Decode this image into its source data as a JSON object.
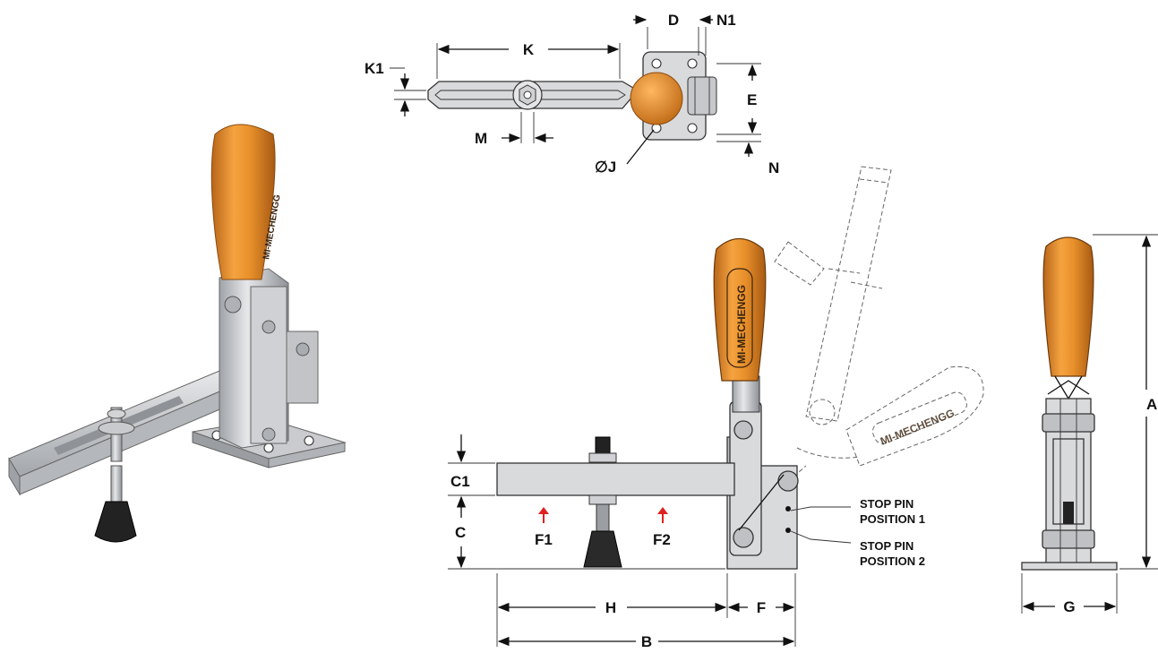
{
  "dimensions": {
    "d": "D",
    "n1": "N1",
    "k": "K",
    "k1": "K1",
    "e": "E",
    "m": "M",
    "j": "∅J",
    "n": "N",
    "c1": "C1",
    "c": "C",
    "f1": "F1",
    "f2": "F2",
    "h": "H",
    "f": "F",
    "b": "B",
    "g": "G",
    "a": "A"
  },
  "notes": {
    "stop_pin_1_line1": "STOP PIN",
    "stop_pin_1_line2": "POSITION 1",
    "stop_pin_2_line1": "STOP PIN",
    "stop_pin_2_line2": "POSITION 2"
  },
  "brand": "MI-MECHENGG",
  "colors": {
    "handle": "#e8902a",
    "handle_dark": "#b8651a",
    "steel": "#d9dadc",
    "force_arrow": "#e02020",
    "rubber": "#222222"
  }
}
